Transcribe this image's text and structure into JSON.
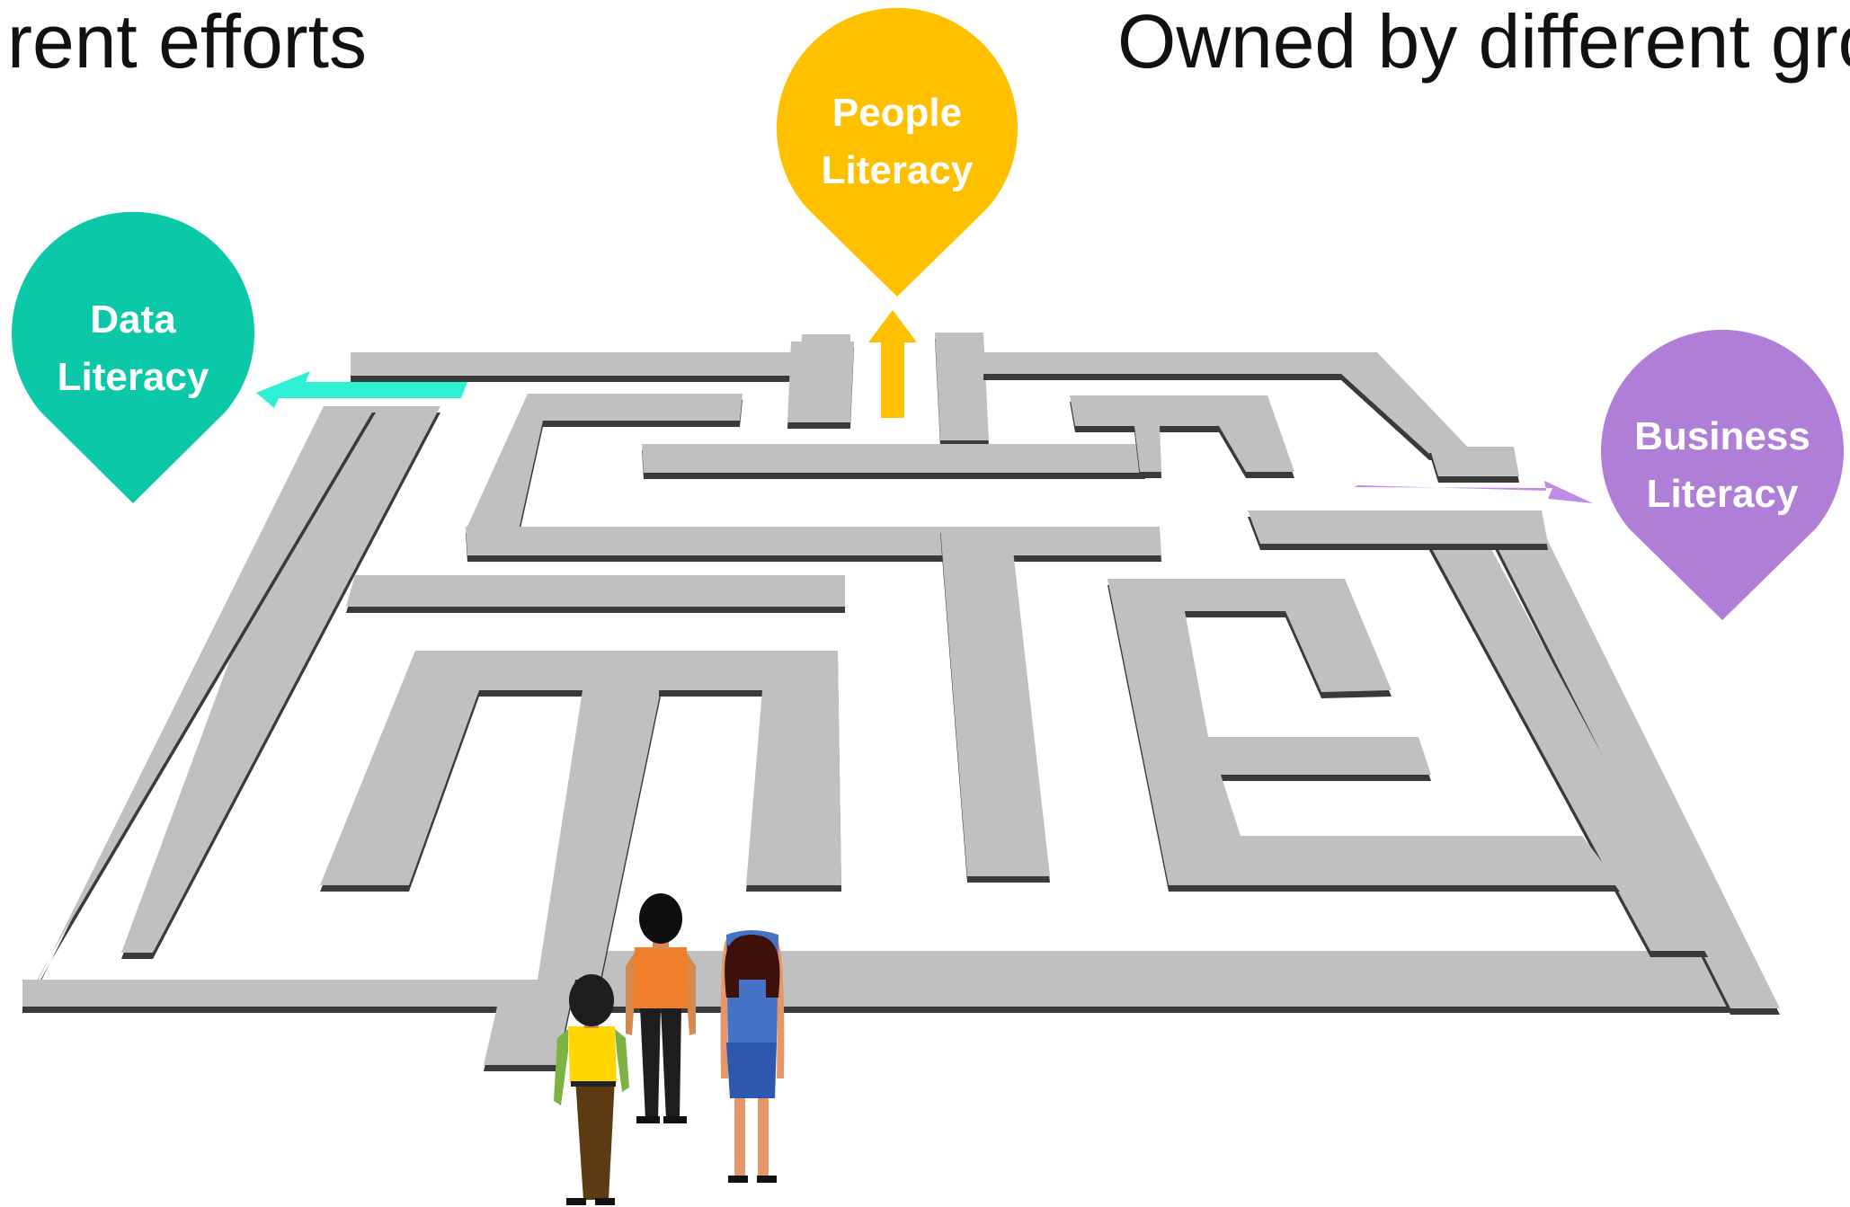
{
  "headings": {
    "left": "rent efforts",
    "right": "Owned by different gro"
  },
  "pins": {
    "people": {
      "line1": "People",
      "line2": "Literacy",
      "color": "#FFC000"
    },
    "data": {
      "line1": "Data",
      "line2": "Literacy",
      "color": "#0BC9A8"
    },
    "business": {
      "line1": "Business",
      "line2": "Literacy",
      "color": "#AF7FD7"
    }
  },
  "arrows": {
    "data_color": "#2EF0D2",
    "people_color": "#FFC000",
    "business_color": "#BE8DE8"
  },
  "maze": {
    "top_color": "#C0C0C0",
    "edge_color": "#3A3A3A"
  }
}
